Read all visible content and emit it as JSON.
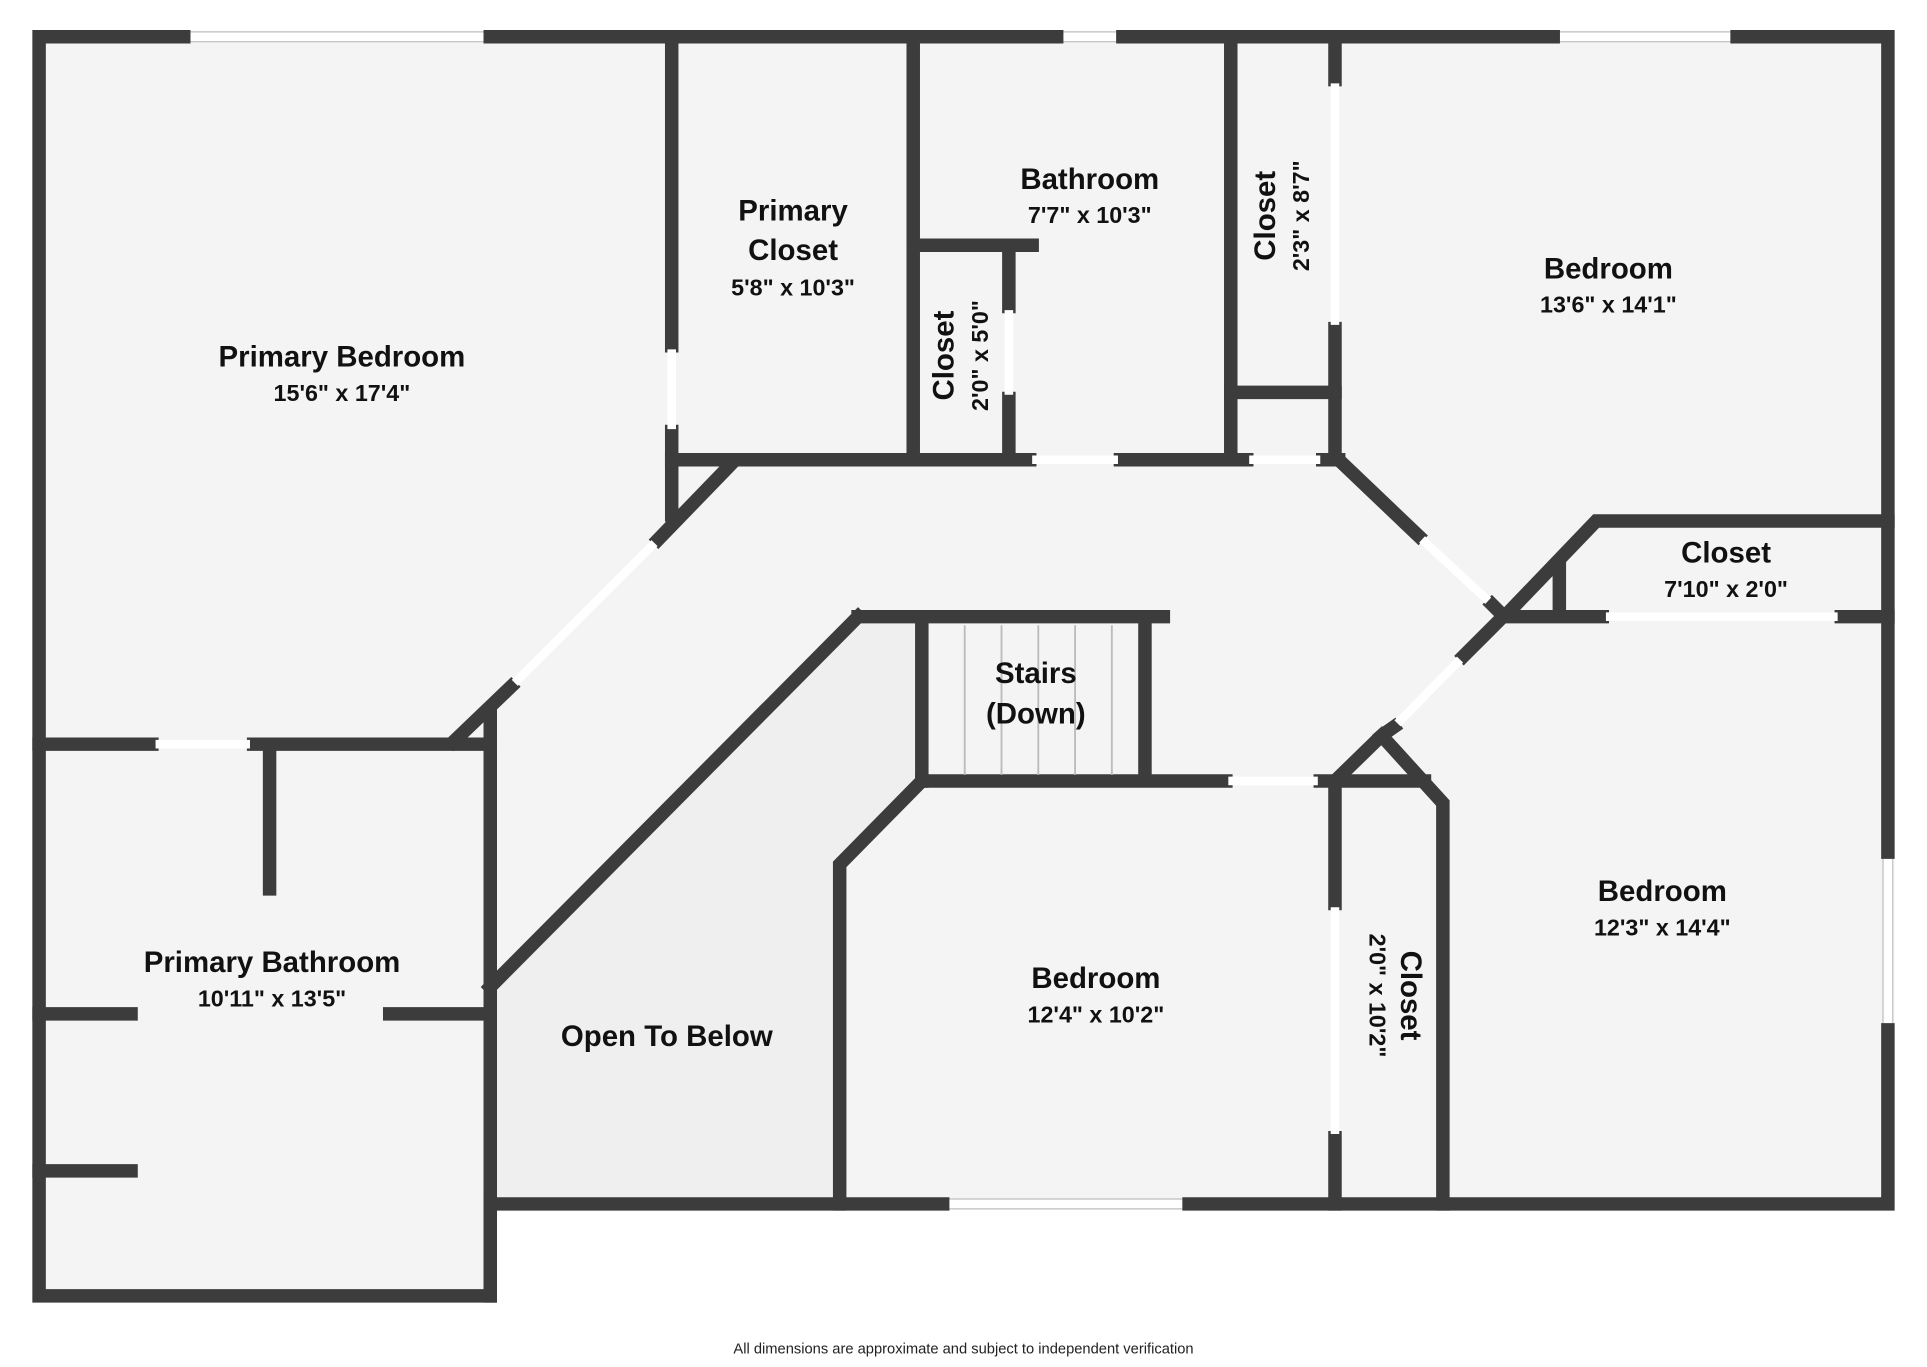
{
  "rooms": [
    {
      "name": "Primary Bedroom",
      "dims": "15'6\" x 17'4\""
    },
    {
      "name_line1": "Primary",
      "name_line2": "Closet",
      "dims": "5'8\" x 10'3\""
    },
    {
      "name": "Bathroom",
      "dims": "7'7\" x 10'3\""
    },
    {
      "name": "Closet",
      "dims": "2'0\" x 5'0\""
    },
    {
      "name": "Closet",
      "dims": "2'3\" x 8'7\""
    },
    {
      "name": "Bedroom",
      "dims": "13'6\" x 14'1\""
    },
    {
      "name": "Closet",
      "dims": "7'10\" x 2'0\""
    },
    {
      "name_line1": "Stairs",
      "name_line2": "(Down)"
    },
    {
      "name": "Primary Bathroom",
      "dims": "10'11\" x 13'5\""
    },
    {
      "name": "Open To Below"
    },
    {
      "name": "Bedroom",
      "dims": "12'4\" x 10'2\""
    },
    {
      "name": "Closet",
      "dims": "2'0\" x 10'2\""
    },
    {
      "name": "Bedroom",
      "dims": "12'3\" x 14'4\""
    }
  ],
  "footer": "All dimensions are approximate and subject to independent verification",
  "colors": {
    "wall": "#3c3c3c",
    "floor": "#f4f4f4",
    "open_to_below": "#efefef"
  }
}
